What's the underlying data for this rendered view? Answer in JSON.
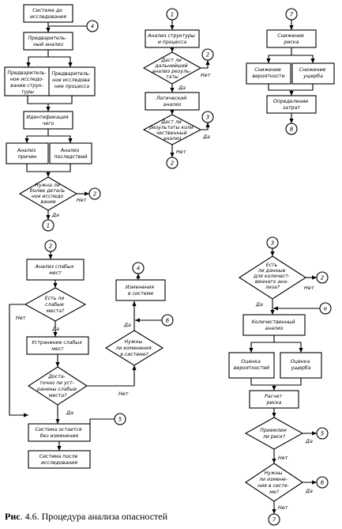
{
  "flows": {
    "f1": {
      "system": [
        "Система до",
        "исследования"
      ],
      "prelim": [
        "Предваритель-",
        "ный анализ"
      ],
      "prelim_struct": [
        "Предваритель-",
        "ное исследо-",
        "вание струк-",
        "туры"
      ],
      "prelim_process": [
        "Предваритель-",
        "ное исследова",
        "ние процесса"
      ],
      "identify": [
        "Идентификация",
        "чего"
      ],
      "causes": [
        "Анализ",
        "причин"
      ],
      "effects": [
        "Анализ",
        "последствий"
      ],
      "decision": [
        "Нужна ли",
        "более деталь",
        "ное исследо",
        "вание"
      ],
      "yes": "Да",
      "no": "Нет",
      "c_top": "4",
      "c_right": "2",
      "c_bottom": "1"
    },
    "f2": {
      "c_top": "1",
      "analysis": [
        "Анализ структуры",
        "и процесса"
      ],
      "d1": [
        "Даст ли",
        "дальнейший",
        "анализ резуль-",
        "таты"
      ],
      "c_d1": "2",
      "no": "Нет",
      "yes": "Да",
      "logic": [
        "Логический",
        "анализ"
      ],
      "d2": [
        "Даст ли",
        "результаты коли",
        "чественный",
        "анализ"
      ],
      "c_d2": "3",
      "yes2": "Да",
      "no2": "Нет",
      "c_bottom": "2"
    },
    "f3": {
      "c_top": "7",
      "reduce": [
        "Снижение",
        "риска"
      ],
      "reduce_prob": [
        "Снижение",
        "вероятности"
      ],
      "reduce_damage": [
        "Снижение",
        "ущерба"
      ],
      "costs": [
        "Определение",
        "затрат"
      ],
      "c_bottom": "8"
    },
    "f4": {
      "c_top": "2",
      "weak": [
        "Анализ слабых",
        "мест"
      ],
      "d_weak": [
        "Есть ли",
        "слабые",
        "места?"
      ],
      "no": "Нет",
      "yes": "Да",
      "fix": [
        "Устранение слабых",
        "мест"
      ],
      "d_enough": [
        "Доста-",
        "точно ли уст-",
        "ранены слабые",
        "места?"
      ],
      "no2": "Нет",
      "yes2": "Да",
      "c_4": "4",
      "changes": [
        "Изменения",
        "в системе"
      ],
      "yes3": "Да",
      "c_6": "6",
      "d_changes": [
        "Нужны",
        "ли изменения",
        "в системе?"
      ],
      "remains": [
        "Система остается",
        "без изменения"
      ],
      "c_5": "5",
      "after": [
        "Система после",
        "исследования"
      ]
    },
    "f5": {
      "c_top": "3",
      "d_data": [
        "Есть",
        "ли данные",
        "для количест-",
        "венного ана-",
        "лиза?"
      ],
      "c_2": "2",
      "no": "Нет",
      "yes": "Да",
      "c_e": "е",
      "quant": [
        "Количественный",
        "анализ"
      ],
      "prob": [
        "Оценка",
        "вероятностей"
      ],
      "damage": [
        "Оценка",
        "ущерба"
      ],
      "calc": [
        "Расчет",
        "риска"
      ],
      "d_accept": [
        "Приемлем",
        "ли риск?"
      ],
      "c_5": "5",
      "yes2": "Да",
      "no2": "Нет",
      "d_need": [
        "Нужны",
        "ли измене-",
        "ния в систе-",
        "ме?"
      ],
      "c_6": "6",
      "yes3": "Да",
      "no3": "Нет",
      "c_7": "7"
    }
  },
  "caption": {
    "prefix": "Рис",
    "text": ". 4.6. Процедура анализа опасностей"
  }
}
